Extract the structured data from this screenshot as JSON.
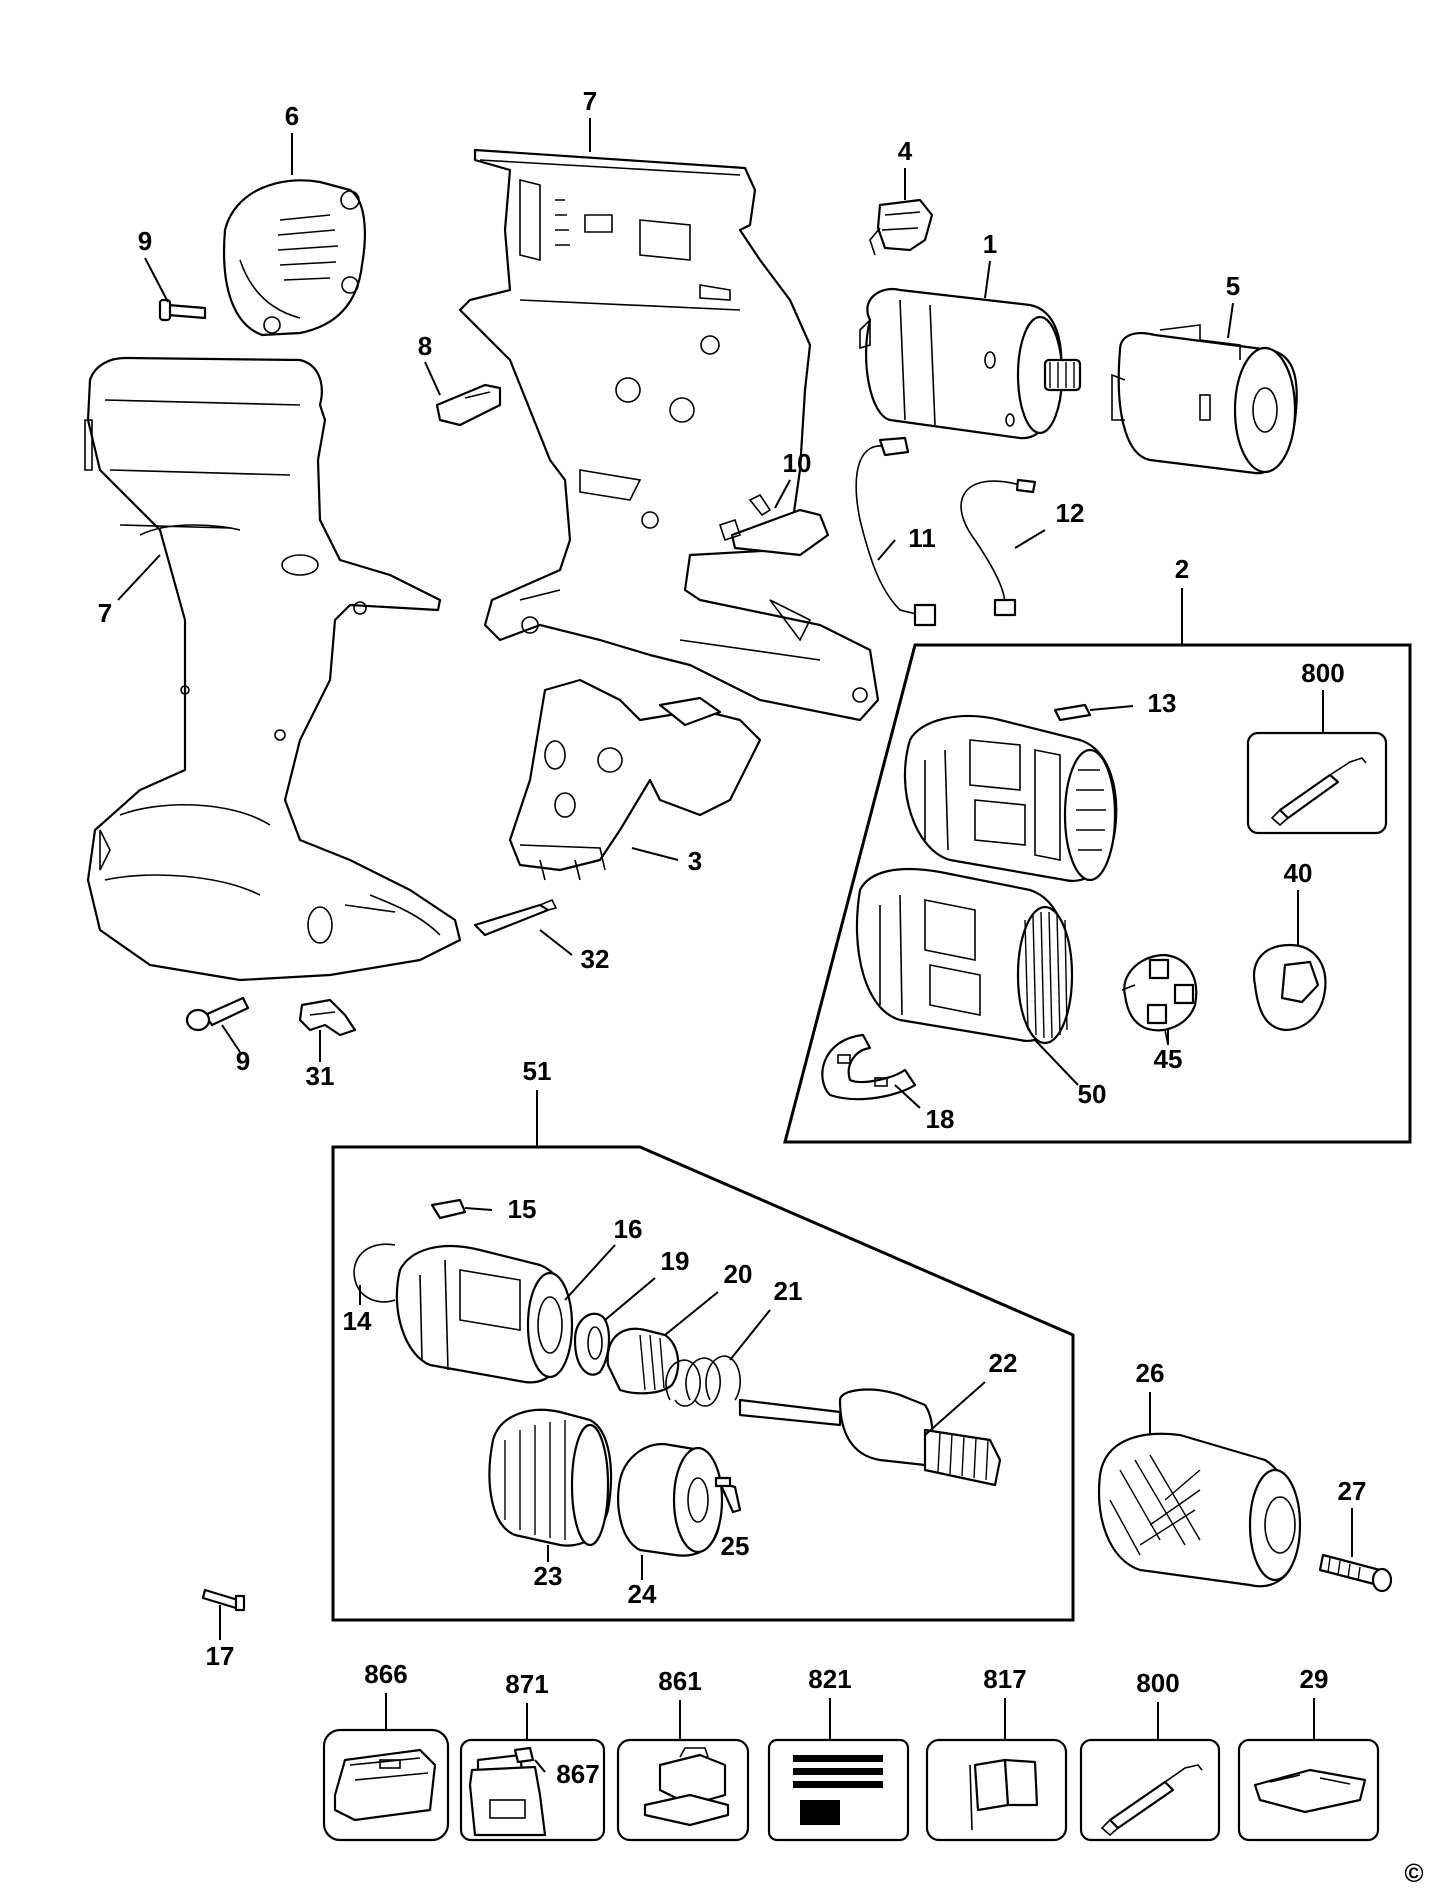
{
  "labels": {
    "p1": "1",
    "p2": "2",
    "p3": "3",
    "p4": "4",
    "p5": "5",
    "p6": "6",
    "p7a": "7",
    "p7b": "7",
    "p8": "8",
    "p9a": "9",
    "p9b": "9",
    "p10": "10",
    "p11": "11",
    "p12": "12",
    "p13": "13",
    "p14": "14",
    "p15": "15",
    "p16": "16",
    "p17": "17",
    "p18": "18",
    "p19": "19",
    "p20": "20",
    "p21": "21",
    "p22": "22",
    "p23": "23",
    "p24": "24",
    "p25": "25",
    "p26": "26",
    "p27": "27",
    "p29": "29",
    "p31": "31",
    "p32": "32",
    "p40": "40",
    "p45": "45",
    "p50": "50",
    "p51": "51",
    "p800a": "800",
    "p800b": "800",
    "p817": "817",
    "p821": "821",
    "p861": "861",
    "p866": "866",
    "p867": "867",
    "p871": "871"
  },
  "copyright": "©"
}
